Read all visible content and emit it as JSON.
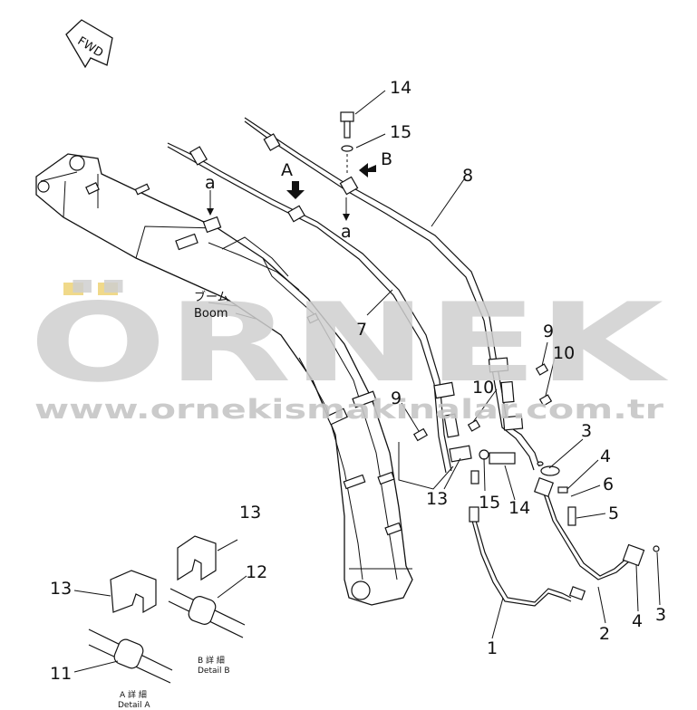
{
  "fwd_label": "FWD",
  "watermark": {
    "brand": "ÖRNEK",
    "url": "www.ornekismakinalar.com.tr",
    "accent": "#f0d98a"
  },
  "boom_label_jp": "ブーム",
  "boom_label_en": "Boom",
  "view_labels": {
    "a": "A",
    "b": "B",
    "lower_a_1": "a",
    "lower_a_2": "a"
  },
  "callouts": {
    "c14a": "14",
    "c15a": "15",
    "c8": "8",
    "c7": "7",
    "c9a": "9",
    "c10a": "10",
    "c10b": "10",
    "c9b": "9",
    "c3a": "3",
    "c4a": "4",
    "c6": "6",
    "c5": "5",
    "c13a": "13",
    "c15b": "15",
    "c14b": "14",
    "c1": "1",
    "c2": "2",
    "c4b": "4",
    "c3b": "3",
    "c13b": "13",
    "c12": "12",
    "c13c": "13",
    "c11": "11"
  },
  "details": {
    "b_jp": "B 詳 細",
    "b_en": "Detail B",
    "a_jp": "A 詳 細",
    "a_en": "Detail A"
  }
}
